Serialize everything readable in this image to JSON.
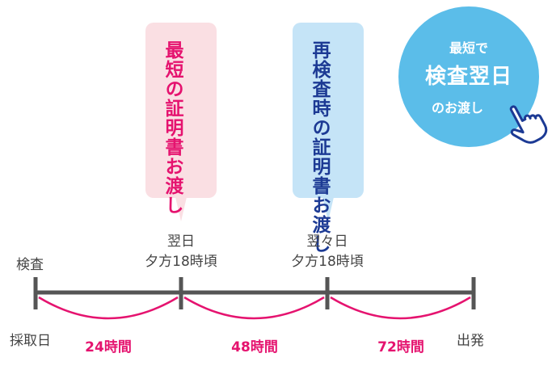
{
  "bubbles": {
    "pink_text": "最短の証明書お渡し",
    "blue_text": "再検査時の証明書お渡し"
  },
  "badge": {
    "line1": "最短で",
    "line2": "検査翌日",
    "line3": "のお渡し"
  },
  "points": {
    "start_top": "検査",
    "start_bottom": "採取日",
    "p1_line1": "翌日",
    "p1_line2": "夕方18時頃",
    "p2_line1": "翌々日",
    "p2_line2": "夕方18時頃",
    "end_bottom": "出発"
  },
  "intervals": [
    "24時間",
    "48時間",
    "72時間"
  ],
  "colors": {
    "pink": "#e5136f",
    "blue_text": "#1c3a94",
    "pink_bubble": "#fadfe3",
    "blue_bubble": "#c5e4f7",
    "badge": "#5bbde9",
    "line": "#555555"
  },
  "icons": {
    "badge_icon": "hand-pointer-icon"
  }
}
